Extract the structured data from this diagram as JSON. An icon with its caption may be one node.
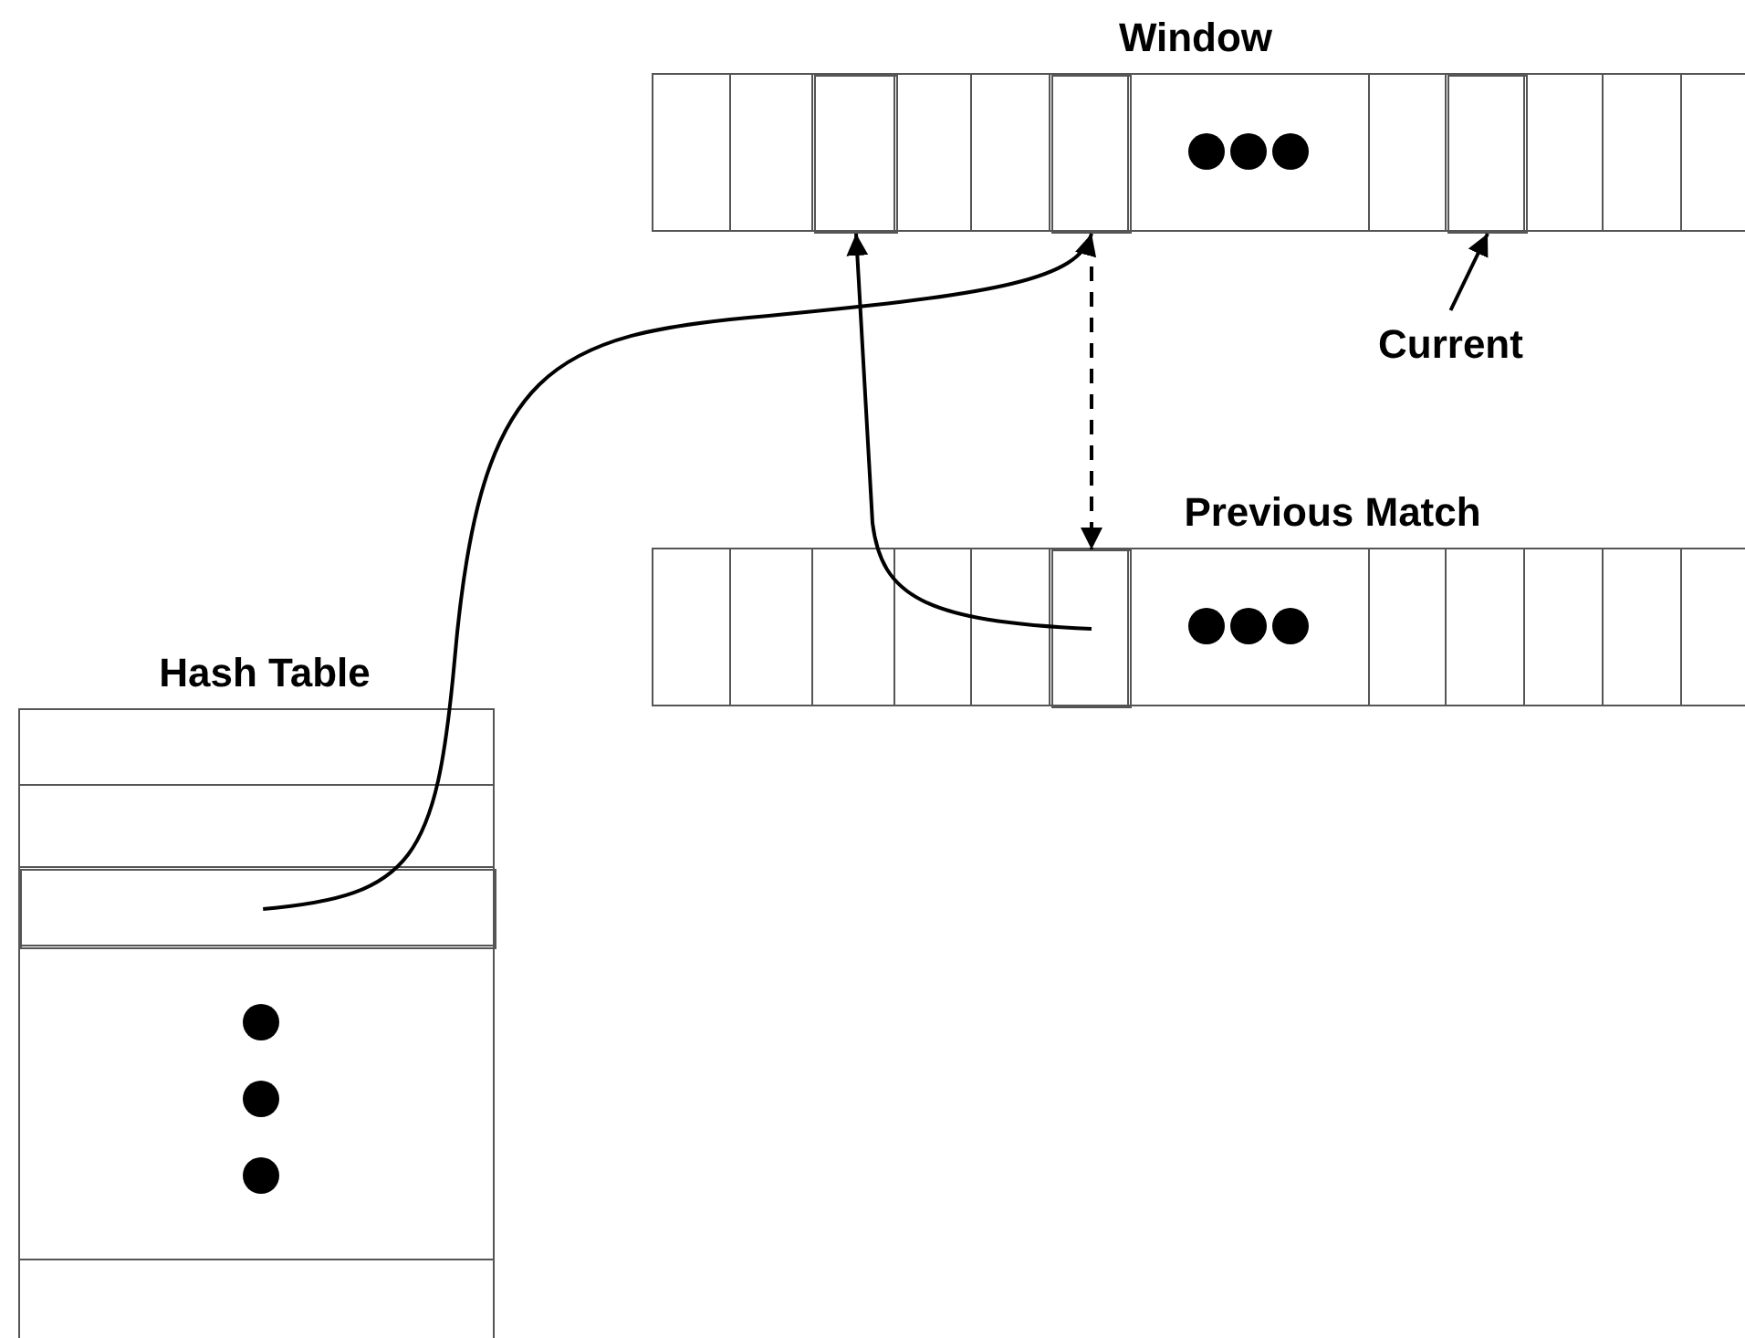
{
  "diagram": {
    "nodes": [
      {
        "text": [
          "Window"
        ]
      },
      {
        "text": [],
        "shape": "box",
        "in": 0
      },
      {
        "text": [],
        "shape": "box",
        "in": 0
      },
      {
        "text": [],
        "shape": "box",
        "in": 0
      },
      {
        "text": [
          "Current"
        ]
      },
      {
        "text": [
          "Previous Match"
        ]
      },
      {
        "text": [],
        "shape": "box",
        "in": 5
      },
      {
        "text": [
          "Hash Table"
        ]
      },
      {
        "text": [],
        "shape": "box",
        "in": 7
      }
    ],
    "edges": [
      {
        "from": 8,
        "to": 2,
        "arrow": "to"
      },
      {
        "from": 6,
        "to": 1,
        "arrow": "to"
      },
      {
        "from": 2,
        "to": 6,
        "arrow": "to",
        "style": "dashed"
      },
      {
        "from": 4,
        "to": 3,
        "arrow": "to"
      }
    ]
  }
}
